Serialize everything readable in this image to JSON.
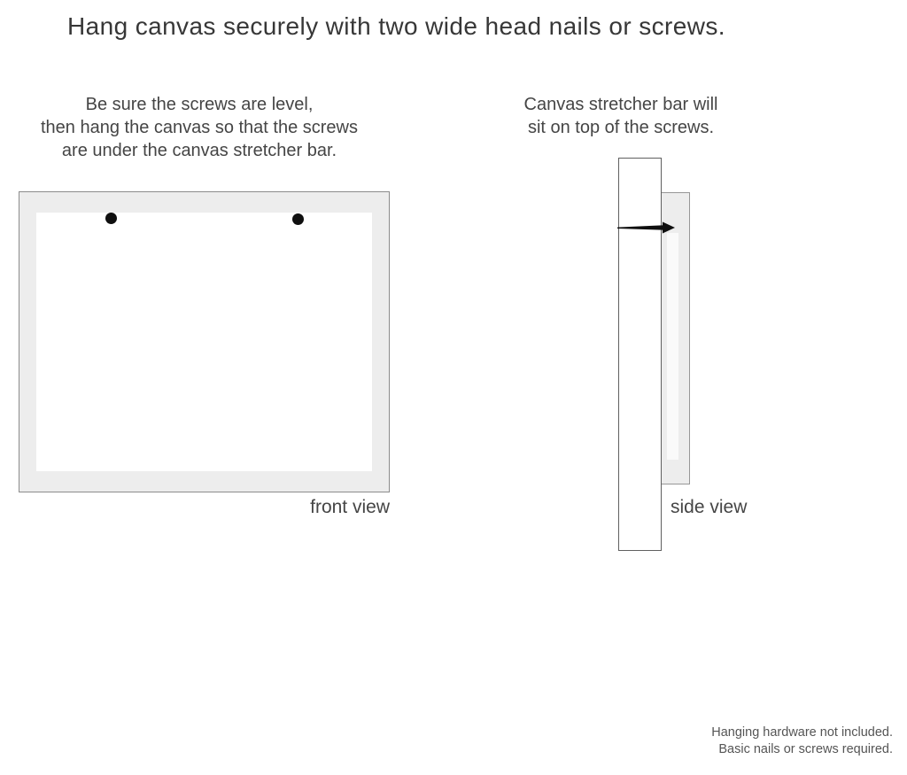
{
  "page": {
    "title": "Hang canvas securely with two wide head nails or screws."
  },
  "instructions": {
    "front": {
      "lines": [
        "Be sure the screws are level,",
        "then hang the canvas so that the screws",
        "are under the canvas stretcher bar."
      ]
    },
    "side": {
      "lines": [
        "Canvas stretcher bar will",
        "sit on top of the screws."
      ]
    }
  },
  "diagrams": {
    "front_view": {
      "label": "front view",
      "screw_count": 2
    },
    "side_view": {
      "label": "side view"
    }
  },
  "footer": {
    "lines": [
      "Hanging hardware not included.",
      "Basic nails or screws required."
    ]
  },
  "colors": {
    "background": "#ffffff",
    "frame_fill": "#ededed",
    "frame_border": "#8c8c8c",
    "bar_border": "#606060",
    "nail": "#0f0f0f",
    "text": "#454545"
  }
}
